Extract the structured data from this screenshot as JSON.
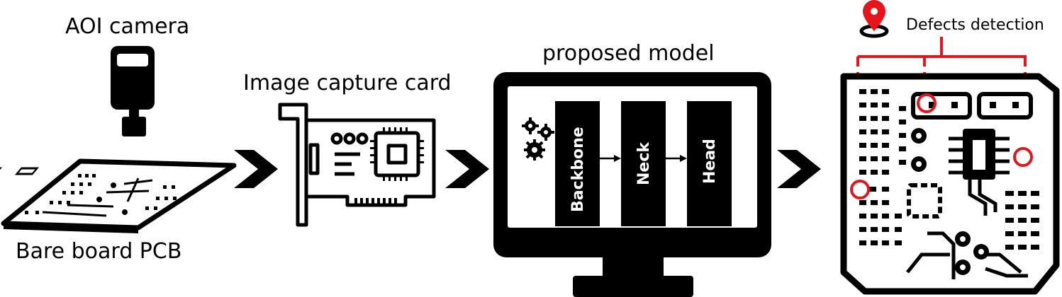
{
  "labels": {
    "aoi_camera": "AOI camera",
    "bare_board": "Bare board PCB",
    "capture_card": "Image capture card",
    "proposed_model": "proposed model",
    "defects": "Defects detection"
  },
  "model_blocks": [
    "Backbone",
    "Neck",
    "Head"
  ],
  "colors": {
    "defect": "#e8141c",
    "ink": "#000000"
  }
}
